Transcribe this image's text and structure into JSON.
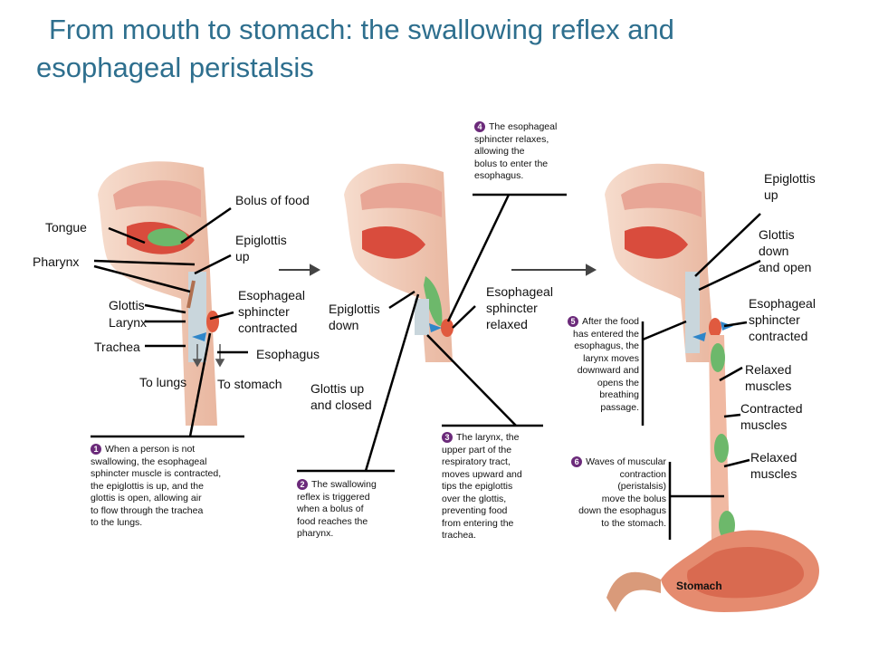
{
  "title": {
    "line1": "From mouth to stomach: the swallowing reflex and",
    "line2": "esophageal peristalsis"
  },
  "labels": {
    "tongue": "Tongue",
    "pharynx": "Pharynx",
    "glottis": "Glottis",
    "larynx": "Larynx",
    "trachea": "Trachea",
    "to_lungs": "To lungs",
    "to_stomach": "To stomach",
    "bolus_of_food": "Bolus of food",
    "epiglottis_up_1": "Epiglottis\nup",
    "esophageal_sphincter_contracted_1": "Esophageal\nsphincter\ncontracted",
    "esophagus": "Esophagus",
    "epiglottis_down": "Epiglottis\ndown",
    "glottis_up_closed": "Glottis up\nand closed",
    "esophageal_sphincter_relaxed": "Esophageal\nsphincter\nrelaxed",
    "epiglottis_up_3": "Epiglottis\nup",
    "glottis_down_open": "Glottis\ndown\nand open",
    "esophageal_sphincter_contracted_3": "Esophageal\nsphincter\ncontracted",
    "relaxed_muscles_1": "Relaxed\nmuscles",
    "contracted_muscles": "Contracted\nmuscles",
    "relaxed_muscles_2": "Relaxed\nmuscles",
    "stomach": "Stomach"
  },
  "steps": [
    {
      "num": "1",
      "text": "When a person is not\nswallowing, the esophageal\nsphincter muscle is contracted,\nthe epiglottis is up, and the\nglottis is open, allowing air\nto flow through the trachea\nto the lungs."
    },
    {
      "num": "2",
      "text": "The swallowing\nreflex is triggered\nwhen a bolus of\nfood reaches the\npharynx."
    },
    {
      "num": "3",
      "text": "The larynx, the\nupper part of the\nrespiratory tract,\nmoves upward and\ntips the epiglottis\nover the glottis,\npreventing food\nfrom entering the\ntrachea."
    },
    {
      "num": "4",
      "text": "The esophageal\nsphincter relaxes,\nallowing the\nbolus to enter the\nesophagus."
    },
    {
      "num": "5",
      "text": "After the food\nhas entered the\nesophagus, the\nlarynx moves\ndownward and\nopens the\nbreathing\npassage."
    },
    {
      "num": "6",
      "text": "Waves of muscular\ncontraction\n(peristalsis)\nmove the bolus\ndown the esophagus\nto the stomach."
    }
  ],
  "colors": {
    "title": "#2e6f8e",
    "tissue": "#f2c9b4",
    "cavity": "#d94c3d",
    "bolus": "#6db86b",
    "step_badge": "#6b2a7a",
    "arrow_blue": "#2f86c9"
  }
}
